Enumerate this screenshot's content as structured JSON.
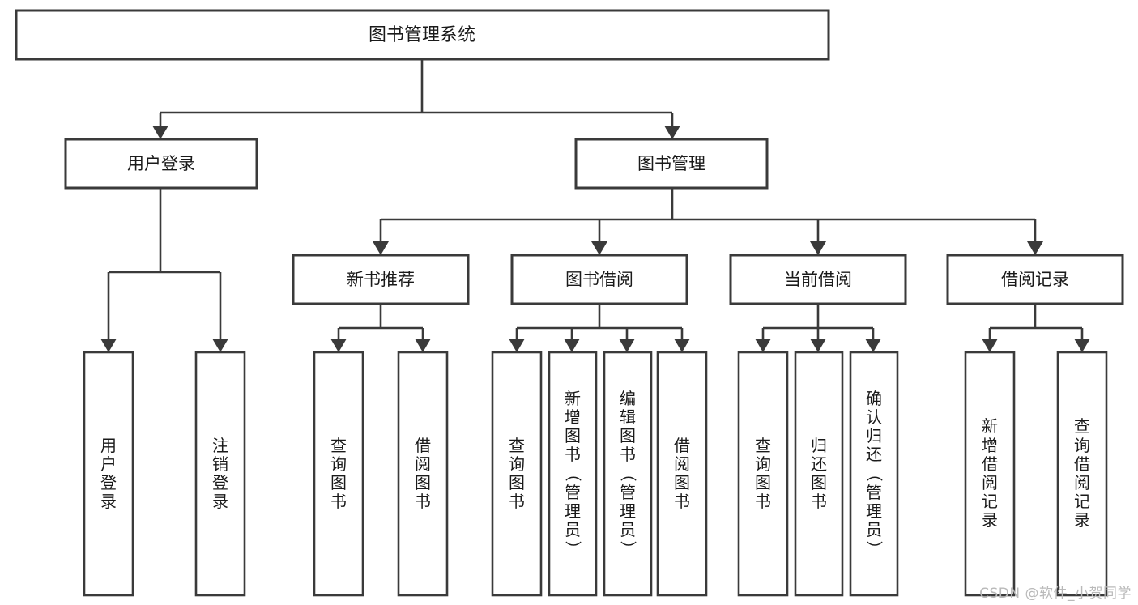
{
  "diagram": {
    "type": "tree-hierarchy-chart",
    "title": "图书管理系统",
    "root": {
      "id": "root",
      "label": "图书管理系统",
      "level": 1,
      "orientation": "horizontal"
    },
    "level2": [
      {
        "id": "user-login",
        "label": "用户登录",
        "level": 2,
        "orientation": "horizontal"
      },
      {
        "id": "book-manage",
        "label": "图书管理",
        "level": 2,
        "orientation": "horizontal"
      }
    ],
    "level3": [
      {
        "id": "new-book-recommend",
        "label": "新书推荐",
        "level": 3,
        "orientation": "horizontal",
        "parent": "book-manage"
      },
      {
        "id": "book-borrow",
        "label": "图书借阅",
        "level": 3,
        "orientation": "horizontal",
        "parent": "book-manage"
      },
      {
        "id": "current-borrow",
        "label": "当前借阅",
        "level": 3,
        "orientation": "horizontal",
        "parent": "book-manage"
      },
      {
        "id": "borrow-record",
        "label": "借阅记录",
        "level": 3,
        "orientation": "horizontal",
        "parent": "book-manage"
      }
    ],
    "leaves": [
      {
        "id": "leaf-user-login",
        "label": "用户登录",
        "parent": "user-login",
        "orientation": "vertical"
      },
      {
        "id": "leaf-user-logout",
        "label": "注销登录",
        "parent": "user-login",
        "orientation": "vertical"
      },
      {
        "id": "leaf-query-book-1",
        "label": "查询图书",
        "parent": "new-book-recommend",
        "orientation": "vertical"
      },
      {
        "id": "leaf-borrow-book-1",
        "label": "借阅图书",
        "parent": "new-book-recommend",
        "orientation": "vertical"
      },
      {
        "id": "leaf-query-book-2",
        "label": "查询图书",
        "parent": "book-borrow",
        "orientation": "vertical"
      },
      {
        "id": "leaf-add-book",
        "label": "新增图书（管理员）",
        "parent": "book-borrow",
        "orientation": "vertical"
      },
      {
        "id": "leaf-edit-book",
        "label": "编辑图书（管理员）",
        "parent": "book-borrow",
        "orientation": "vertical"
      },
      {
        "id": "leaf-borrow-book-2",
        "label": "借阅图书",
        "parent": "book-borrow",
        "orientation": "vertical"
      },
      {
        "id": "leaf-query-book-3",
        "label": "查询图书",
        "parent": "current-borrow",
        "orientation": "vertical"
      },
      {
        "id": "leaf-return-book",
        "label": "归还图书",
        "parent": "current-borrow",
        "orientation": "vertical"
      },
      {
        "id": "leaf-confirm-return",
        "label": "确认归还（管理员）",
        "parent": "current-borrow",
        "orientation": "vertical"
      },
      {
        "id": "leaf-add-record",
        "label": "新增借阅记录",
        "parent": "borrow-record",
        "orientation": "vertical"
      },
      {
        "id": "leaf-query-record",
        "label": "查询借阅记录",
        "parent": "borrow-record",
        "orientation": "vertical"
      }
    ],
    "colors": {
      "box_fill": "#ffffff",
      "box_stroke": "#3a3a3a",
      "connector": "#3a3a3a",
      "text": "#1a1a1a",
      "background": "#ffffff",
      "watermark": "#b9b9b9"
    }
  },
  "watermark": {
    "text": "CSDN @软件_小贺同学"
  }
}
